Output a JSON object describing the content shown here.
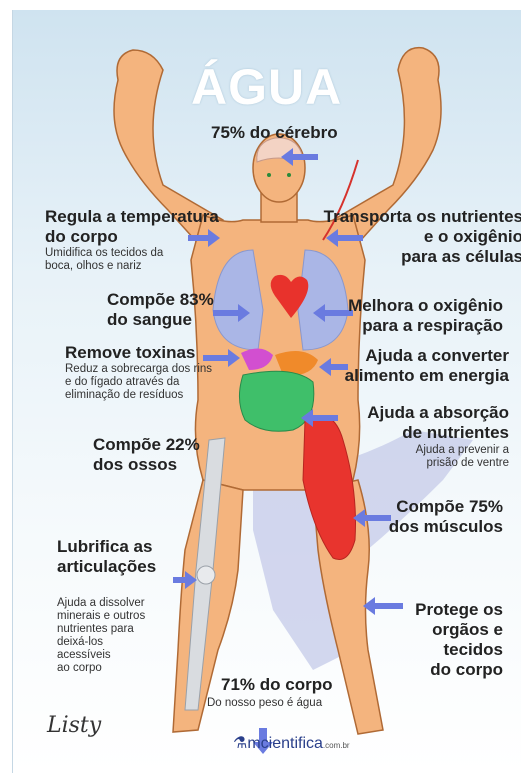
{
  "title": "ÁGUA",
  "labels": {
    "brain": "75% do cérebro",
    "temperature_title": "Regula a temperatura\ndo corpo",
    "temperature_note": "Umidifica os tecidos da\nboca, olhos e nariz",
    "transport_title": "Transporta os nutrientes\ne o oxigênio\npara as células",
    "blood": "Compõe 83%\ndo sangue",
    "oxygen": "Melhora o oxigênio\npara a respiração",
    "toxins_title": "Remove toxinas",
    "toxins_note": "Reduz a sobrecarga dos rins\ne do fígado através da\neliminação de resíduos",
    "energy": "Ajuda a converter\nalimento em energia",
    "absorption_title": "Ajuda a absorção\nde nutrientes",
    "absorption_note": "Ajuda a prevenir a\nprisão de ventre",
    "bones": "Compõe 22%\ndos ossos",
    "muscles": "Compõe 75%\ndos músculos",
    "joints_title": "Lubrifica as\narticulações",
    "joints_note": "Ajuda a dissolver\nminerais e outros\nnutrientes para\ndeixá-los\nacessíveis\nao corpo",
    "protect": "Protege os\norgãos e\ntecidos\ndo corpo",
    "body_title": "71% do corpo",
    "body_note": "Do nosso peso é água"
  },
  "logo": {
    "name": "mcientifica",
    "suffix": ".com.br"
  },
  "signature": "Listy",
  "colors": {
    "skin": "#f4b47e",
    "outline": "#b06a35",
    "lungs": "#aab6e6",
    "heart": "#e8322c",
    "liver": "#f08a2a",
    "kidney": "#d24fd0",
    "intestine": "#3fbf6a",
    "muscle": "#e8342e",
    "bone": "#d9dce0",
    "arrow": "#6a7be0"
  }
}
